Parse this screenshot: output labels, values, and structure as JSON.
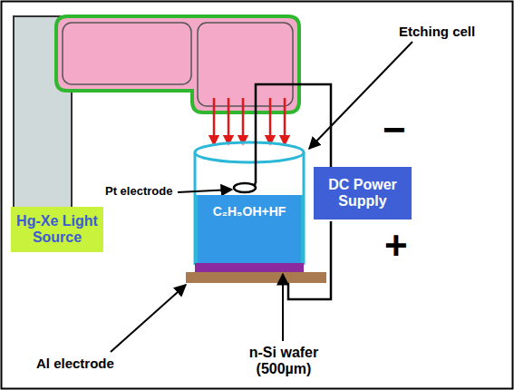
{
  "diagram": {
    "nodes": [
      {
        "text": [
          "Hg-Xe Light Source"
        ]
      },
      {
        "text": [
          "DC Power Supply"
        ]
      },
      {
        "text": [
          "C₂H₅OH+HF"
        ]
      }
    ],
    "labels": [
      "Etching cell",
      "Pt electrode",
      "Al electrode",
      "n-Si wafer (500µm)",
      "−",
      "+"
    ]
  }
}
